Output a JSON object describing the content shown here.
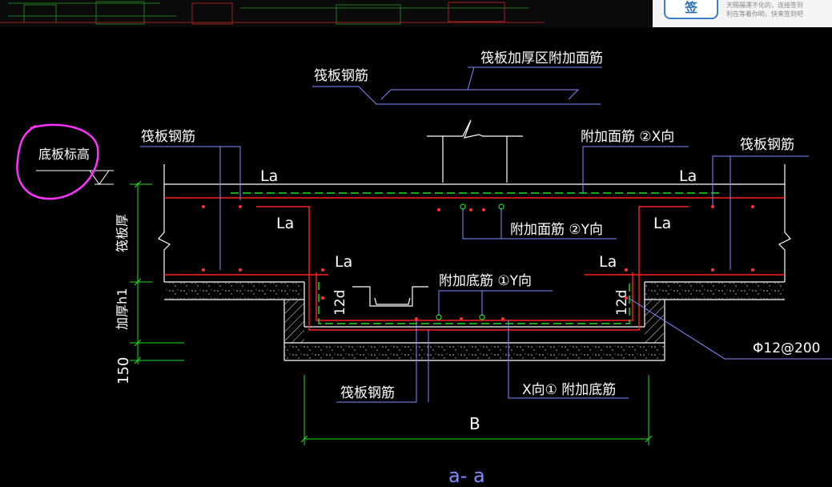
{
  "ad": {
    "badge": "签",
    "line1": "天赐福運不化的，连接签到",
    "line2": "利在等着你哟，快来签到吧"
  },
  "drawing": {
    "title": "a- a",
    "labels": {
      "raft_thick_add_top": "筏板加厚区附加面筋",
      "raft_rebar_top_center": "筏板钢筋",
      "raft_rebar_left": "筏板钢筋",
      "raft_rebar_right": "筏板钢筋",
      "raft_rebar_bottom": "筏板钢筋",
      "add_top_x": "附加面筋 ②X向",
      "add_top_y": "附加面筋 ②Y向",
      "add_bottom_y": "附加底筋 ①Y向",
      "add_bottom_x": "X向① 附加底筋",
      "rebar_spec": "Φ12@200",
      "bottom_elevation": "底板标高",
      "la_top_left": "La",
      "la_top_right": "La",
      "la_mid_left": "La",
      "la_mid_right": "La",
      "la_low_left": "La",
      "la_low_right": "La",
      "d12_left": "12d",
      "d12_right": "12d",
      "dim_raft_thickness": "筏板厚",
      "dim_thicken_h1": "加厚h1",
      "dim_150": "150",
      "dim_B": "B"
    }
  },
  "colors": {
    "concrete_outline": "#ffffff",
    "rebar_main": "#ff2020",
    "rebar_dashed": "#22dd22",
    "leader": "#7f8cff",
    "dimension": "#22dd22",
    "annotation_text": "#ffffff",
    "highlight": "#ff33ff"
  }
}
